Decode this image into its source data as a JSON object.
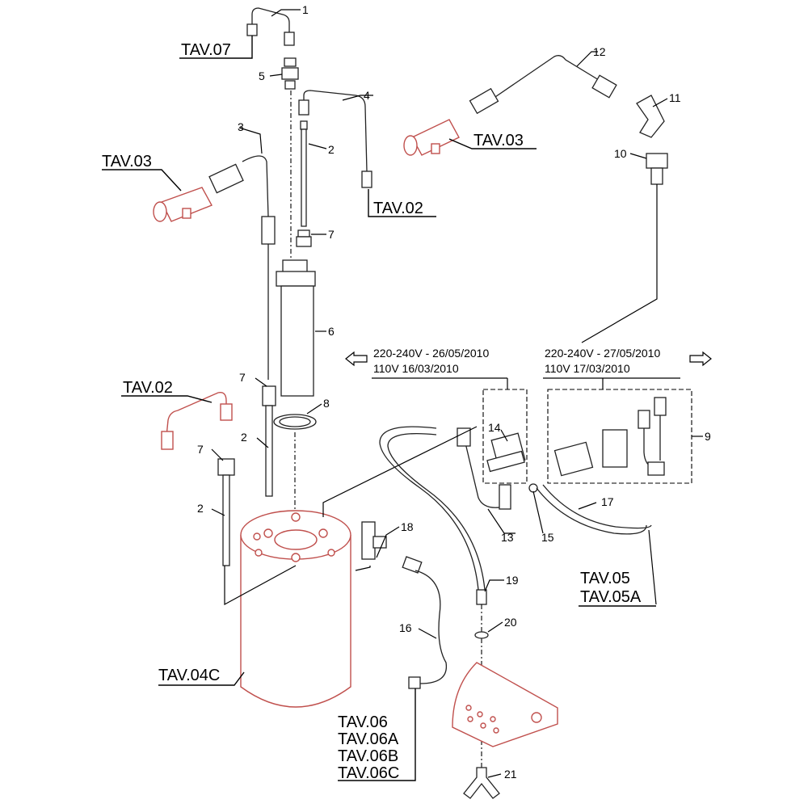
{
  "part_numbers": [
    "1",
    "2",
    "2",
    "2",
    "3",
    "4",
    "5",
    "6",
    "7",
    "7",
    "7",
    "8",
    "9",
    "10",
    "11",
    "12",
    "13",
    "14",
    "15",
    "16",
    "17",
    "18",
    "19",
    "20",
    "21"
  ],
  "references": {
    "tav07": "TAV.07",
    "tav03_left": "TAV.03",
    "tav03_right": "TAV.03",
    "tav02_top": "TAV.02",
    "tav02_left": "TAV.02",
    "tav04c": "TAV.04C",
    "tav05": "TAV.05",
    "tav05a": "TAV.05A",
    "tav06": "TAV.06",
    "tav06a": "TAV.06A",
    "tav06b": "TAV.06B",
    "tav06c": "TAV.06C"
  },
  "versions": {
    "left_line1": "220-240V - 26/05/2010",
    "left_line2": "110V 16/03/2010",
    "right_line1": "220-240V - 27/05/2010",
    "right_line2": "110V 17/03/2010"
  },
  "colors": {
    "highlight": "#c0504d",
    "line": "#000000"
  },
  "icons": [
    "arrow-left-icon",
    "arrow-right-icon"
  ]
}
